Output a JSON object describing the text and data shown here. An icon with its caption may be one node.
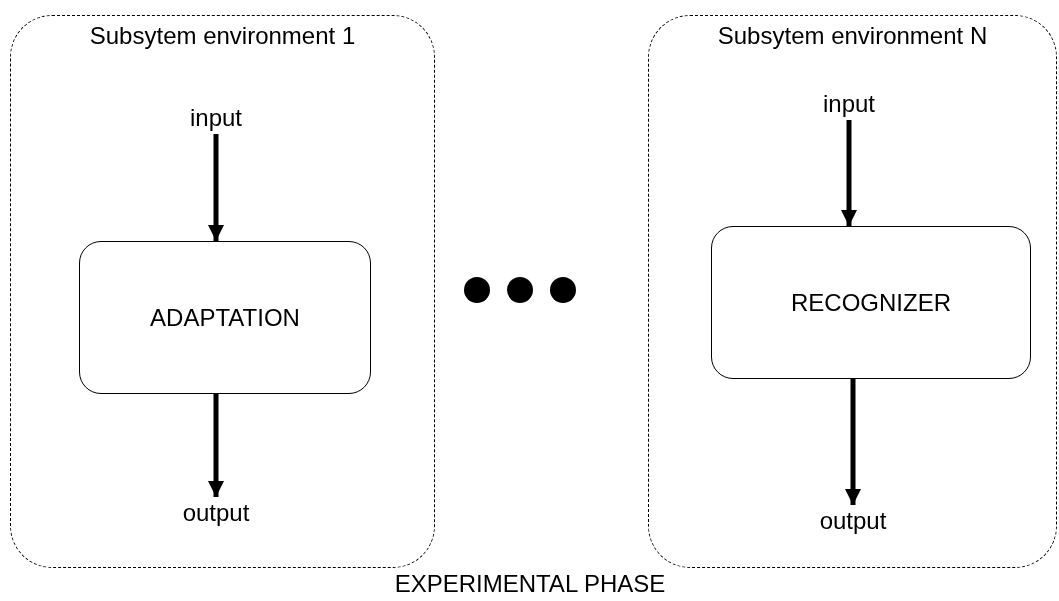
{
  "diagram": {
    "nodes": [
      {
        "text": [
          "Subsytem environment 1"
        ]
      },
      {
        "text": [
          "input"
        ],
        "in": 0
      },
      {
        "text": [
          "ADAPTATION"
        ],
        "in": 0
      },
      {
        "text": [
          "output"
        ],
        "in": 0
      },
      {
        "text": [
          "Subsytem environment N"
        ]
      },
      {
        "text": [
          "input"
        ],
        "in": 4
      },
      {
        "text": [
          "RECOGNIZER"
        ],
        "in": 4
      },
      {
        "text": [
          "output"
        ],
        "in": 4
      }
    ],
    "edges": [
      {
        "from": 1,
        "to": 2,
        "arrow": "to"
      },
      {
        "from": 2,
        "to": 3,
        "arrow": "to"
      },
      {
        "from": 5,
        "to": 6,
        "arrow": "to"
      },
      {
        "from": 6,
        "to": 7,
        "arrow": "to"
      }
    ],
    "labels": [
      "EXPERIMENTAL PHASE"
    ]
  }
}
